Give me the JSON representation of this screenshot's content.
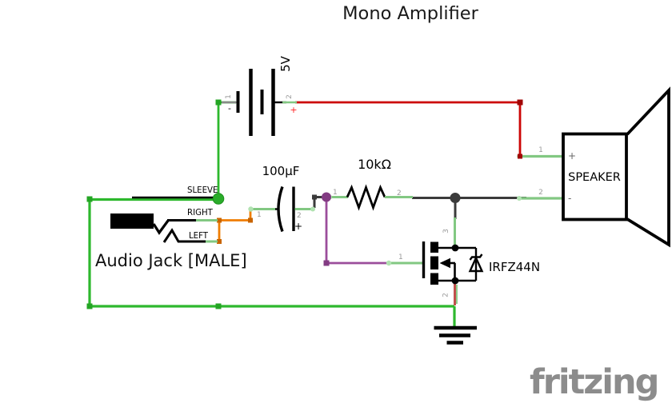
{
  "title": "Mono Amplifier",
  "watermark": "fritzing",
  "colors": {
    "wire_green": "#2db82d",
    "green_dot": "#24a524",
    "pin_green": "#82c882",
    "pin_tip_green": "#b0e2b0",
    "wire_orange": "#ef7d00",
    "orange_dot": "#c86400",
    "wire_red": "#cc0606",
    "red_dot": "#a00505",
    "source_red": "#c0504d",
    "wire_purple": "#9b4d9b",
    "purple_dot": "#833c83",
    "wire_dark": "#3b3b3b",
    "label_gray": "#9a9a9a",
    "logo_gray": "#8c8c8c",
    "plus_red": "#ff2222",
    "speaker_sign_gray": "#666666"
  },
  "components": {
    "battery": {
      "value": "5V",
      "pin1": "1",
      "pin2": "2",
      "negative": "-",
      "positive": "+"
    },
    "audio_jack": {
      "name": "Audio Jack [MALE]",
      "sleeve": "SLEEVE",
      "right": "RIGHT",
      "left": "LEFT"
    },
    "capacitor": {
      "value": "100µF",
      "pin1": "1",
      "pin2": "2",
      "positive": "+"
    },
    "resistor": {
      "value": "10kΩ",
      "pin1": "1",
      "pin2": "2"
    },
    "mosfet": {
      "name": "IRFZ44N",
      "gate_pin": "1",
      "source_pin": "2",
      "drain_pin": "3"
    },
    "speaker": {
      "name": "SPEAKER",
      "pin1": "1",
      "pin2": "2",
      "positive": "+",
      "negative": "-"
    }
  }
}
